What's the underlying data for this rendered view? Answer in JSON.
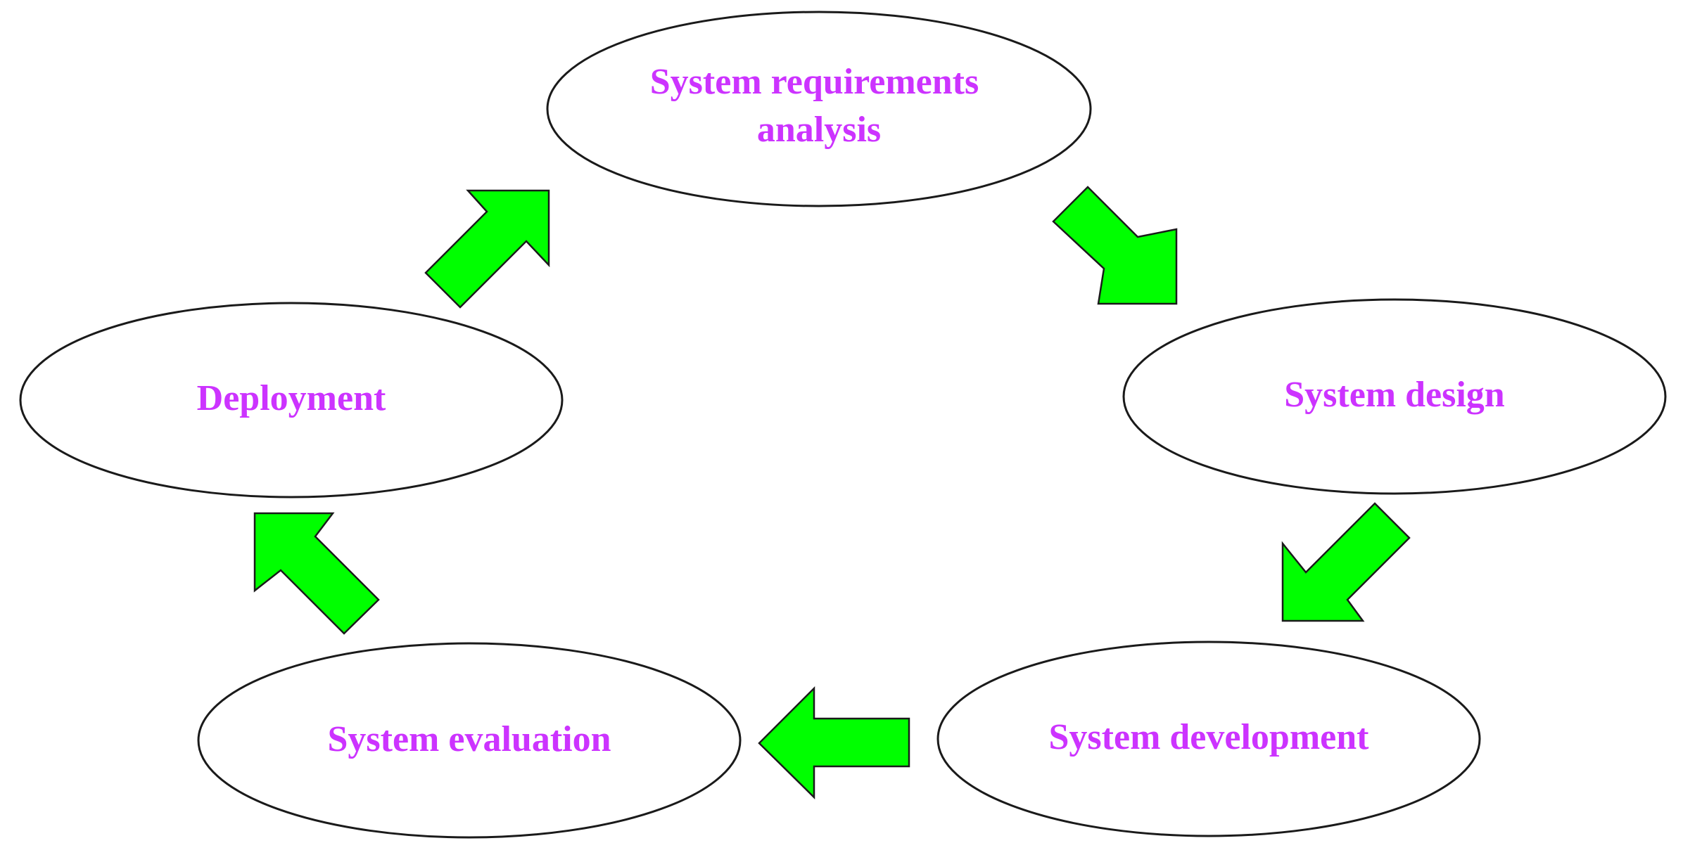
{
  "colors": {
    "label_text": "#cc33ff",
    "arrow_fill": "#00ff00",
    "node_fill": "#ffffff",
    "node_stroke": "#1a1a1a"
  },
  "nodes": [
    {
      "id": "requirements",
      "lines": [
        "System requirements",
        "analysis"
      ]
    },
    {
      "id": "design",
      "lines": [
        "System design"
      ]
    },
    {
      "id": "development",
      "lines": [
        "System development"
      ]
    },
    {
      "id": "evaluation",
      "lines": [
        "System evaluation"
      ]
    },
    {
      "id": "deployment",
      "lines": [
        "Deployment"
      ]
    }
  ],
  "edges": [
    {
      "from": "requirements",
      "to": "design"
    },
    {
      "from": "design",
      "to": "development"
    },
    {
      "from": "development",
      "to": "evaluation"
    },
    {
      "from": "evaluation",
      "to": "deployment"
    },
    {
      "from": "deployment",
      "to": "requirements"
    }
  ]
}
